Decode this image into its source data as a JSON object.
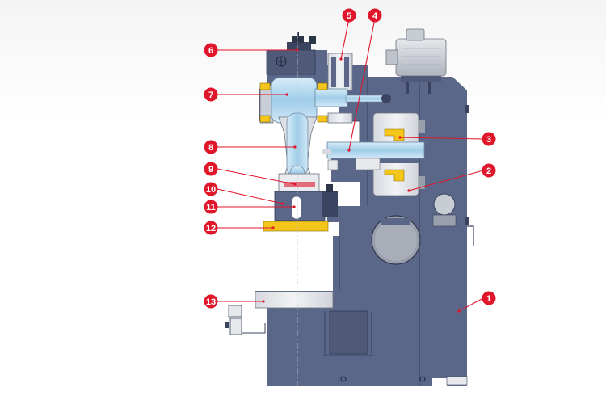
{
  "diagram": {
    "callouts": [
      {
        "id": "1",
        "label": "1"
      },
      {
        "id": "2",
        "label": "2"
      },
      {
        "id": "3",
        "label": "3"
      },
      {
        "id": "4",
        "label": "4"
      },
      {
        "id": "5",
        "label": "5"
      },
      {
        "id": "6",
        "label": "6"
      },
      {
        "id": "7",
        "label": "7"
      },
      {
        "id": "8",
        "label": "8"
      },
      {
        "id": "9",
        "label": "9"
      },
      {
        "id": "10",
        "label": "10"
      },
      {
        "id": "11",
        "label": "11"
      },
      {
        "id": "12",
        "label": "12"
      },
      {
        "id": "13",
        "label": "13"
      }
    ],
    "colors": {
      "frame": "#5a6788",
      "frame_dark": "#3f4a66",
      "shaft": "#a9d2ec",
      "light_part": "#e9ebef",
      "highlight": "#f4c51b",
      "callout": "#e0162b"
    }
  }
}
